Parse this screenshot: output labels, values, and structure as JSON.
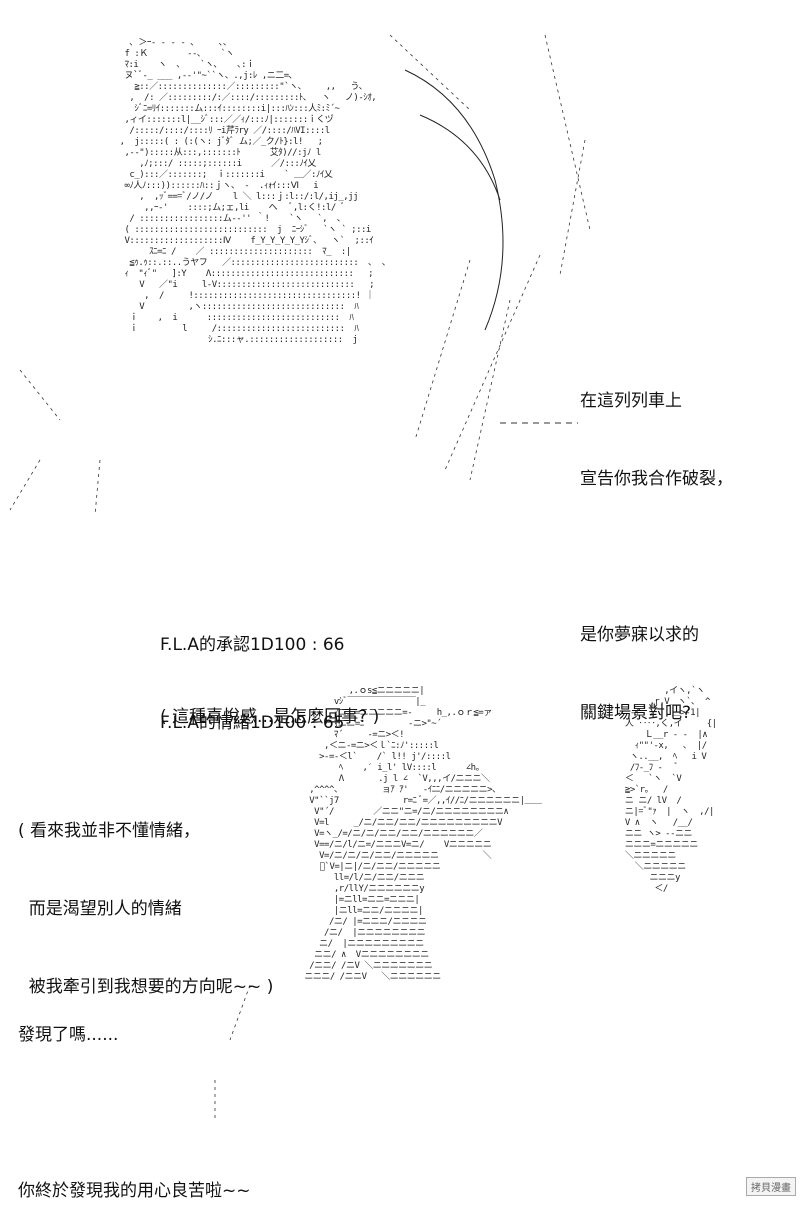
{
  "panel_top": {
    "dialogue": [
      "在這列列車上",
      "宣告你我合作破裂，",
      "",
      "是你夢寐以求的",
      "關鍵場景對吧?"
    ]
  },
  "rolls": {
    "line1": "F.L.A的承認1D100 : 66",
    "line2": "F.L.A的情緒1D100 : 65",
    "thought": "( 這種喜悅感...是怎麼回事? )"
  },
  "panel_bottom": {
    "thought": [
      "( 看來我並非不懂情緒，",
      "  而是渴望別人的情緒",
      "  被我牽引到我想要的方向呢~~ )"
    ],
    "dialogue": [
      "發現了嗎......",
      "",
      "你終於發現我的用心良苦啦~~"
    ]
  },
  "watermark": "拷貝漫畫"
}
